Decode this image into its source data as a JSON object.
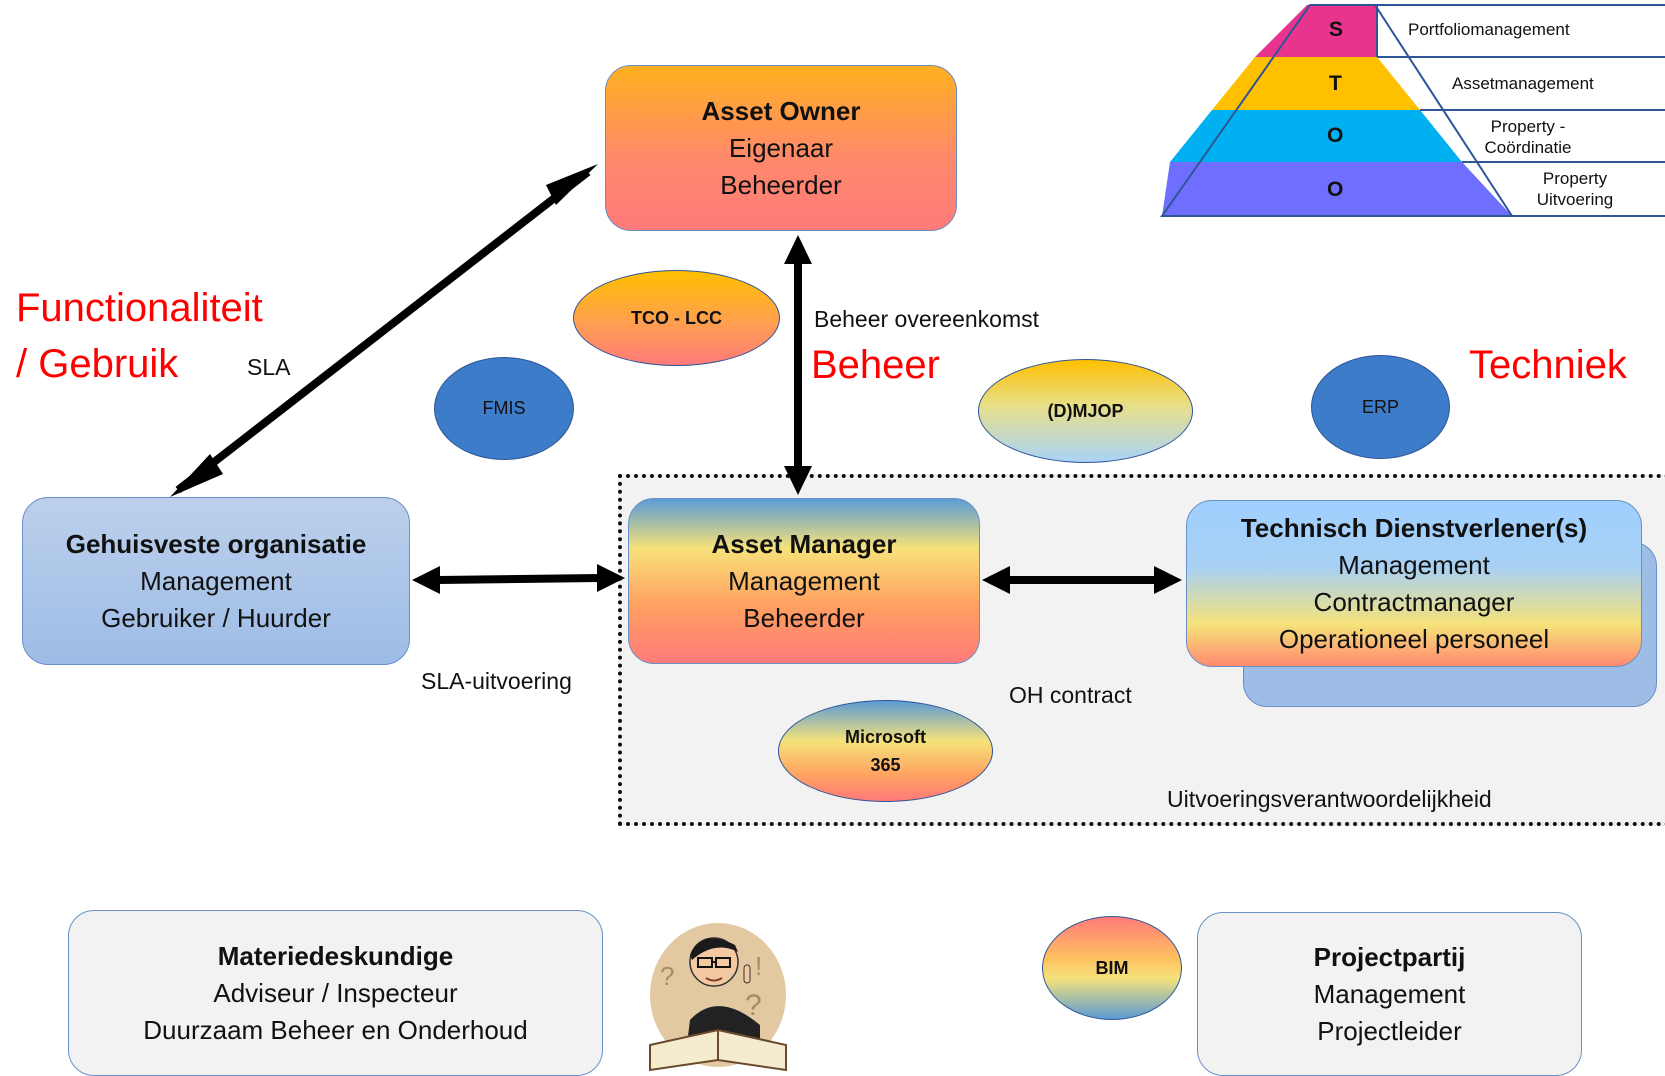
{
  "asset_owner": {
    "title": "Asset Owner",
    "line1": "Eigenaar",
    "line2": "Beheerder"
  },
  "gehuisveste": {
    "title": "Gehuisveste organisatie",
    "line1": "Management",
    "line2": "Gebruiker / Huurder"
  },
  "asset_manager": {
    "title": "Asset Manager",
    "line1": "Management",
    "line2": "Beheerder"
  },
  "technisch": {
    "title": "Technisch Dienstverlener(s)",
    "line1": "Management",
    "line2": "Contractmanager",
    "line3": "Operationeel personeel"
  },
  "materiedeskundige": {
    "title": "Materiedeskundige",
    "line1": "Adviseur / Inspecteur",
    "line2": "Duurzaam Beheer en Onderhoud"
  },
  "projectpartij": {
    "title": "Projectpartij",
    "line1": "Management",
    "line2": "Projectleider"
  },
  "ellipses": {
    "tco": "TCO - LCC",
    "fmis": "FMIS",
    "dmjop": "(D)MJOP",
    "erp": "ERP",
    "microsoft": "Microsoft 365",
    "bim": "BIM"
  },
  "labels": {
    "sla": "SLA",
    "beheer_overeenkomst": "Beheer overeenkomst",
    "sla_uitvoering": "SLA-uitvoering",
    "oh_contract": "OH contract",
    "uitvoering": "Uitvoeringsverantwoordelijkheid"
  },
  "domains": {
    "functionaliteit": "Functionaliteit",
    "gebruik": "/ Gebruik",
    "beheer": "Beheer",
    "techniek": "Techniek"
  },
  "pyramid": {
    "levels": [
      {
        "letter": "S",
        "label": "Portfoliomanagement",
        "color": "#e8348c"
      },
      {
        "letter": "T",
        "label": "Assetmanagement",
        "color": "#ffc000"
      },
      {
        "letter": "O",
        "label": "Property - Coördinatie",
        "color": "#00b0f0"
      },
      {
        "letter": "O",
        "label": "Property Uitvoering",
        "color": "#6f6fff"
      }
    ]
  },
  "colors": {
    "accent_red": "#ff0000",
    "ellipse_blue": "#3d7cc9",
    "border": "#2f5597"
  }
}
